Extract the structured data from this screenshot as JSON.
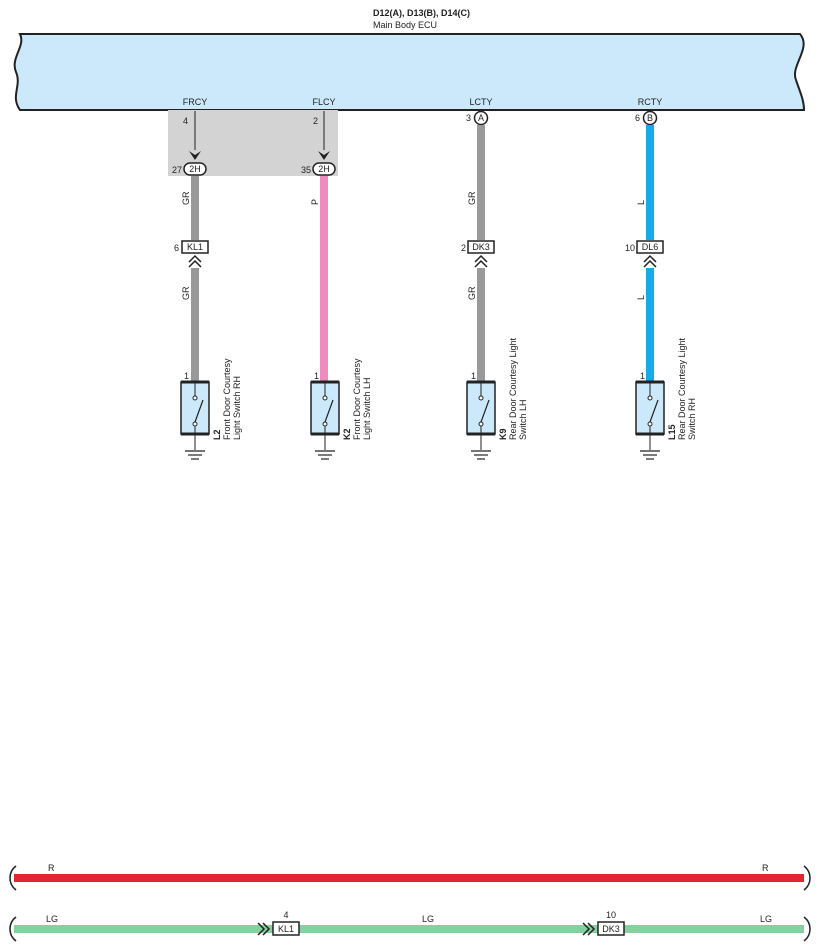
{
  "ecu": {
    "connectors": "D12(A), D13(B), D14(C)",
    "name": "Main Body ECU"
  },
  "colors": {
    "ecu_fill": "#cbe9fb",
    "shade": "#d3d3d3",
    "GR": "#999999",
    "P": "#f08bbf",
    "L": "#15aaea",
    "R": "#e6242b",
    "LG": "#86cf9f",
    "switch_fill": "#cbe9fb"
  },
  "circuits": [
    {
      "id": "frcy",
      "signal": "FRCY",
      "ecu_pin": "4",
      "ecu_marker": "",
      "junction": {
        "pin": "27",
        "label": "2H"
      },
      "wire_top": "GR",
      "wire_color": "GR",
      "connector": {
        "pin": "6",
        "label": "KL1"
      },
      "wire_bottom": "GR",
      "switch_pin": "1",
      "switch_code": "L2",
      "switch_line1": "Front Door Courtesy",
      "switch_line2": "Light Switch RH"
    },
    {
      "id": "flcy",
      "signal": "FLCY",
      "ecu_pin": "2",
      "ecu_marker": "",
      "junction": {
        "pin": "35",
        "label": "2H"
      },
      "wire_top": "P",
      "wire_color": "P",
      "connector": null,
      "wire_bottom": "",
      "switch_pin": "1",
      "switch_code": "K2",
      "switch_line1": "Front Door Courtesy",
      "switch_line2": "Light Switch LH"
    },
    {
      "id": "lcty",
      "signal": "LCTY",
      "ecu_pin": "3",
      "ecu_marker": "A",
      "junction": null,
      "wire_top": "GR",
      "wire_color": "GR",
      "connector": {
        "pin": "2",
        "label": "DK3"
      },
      "wire_bottom": "GR",
      "switch_pin": "1",
      "switch_code": "K9",
      "switch_line1": "Rear Door Courtesy Light",
      "switch_line2": "Switch LH"
    },
    {
      "id": "rcty",
      "signal": "RCTY",
      "ecu_pin": "6",
      "ecu_marker": "B",
      "junction": null,
      "wire_top": "L",
      "wire_color": "L",
      "connector": {
        "pin": "10",
        "label": "DL6"
      },
      "wire_bottom": "L",
      "switch_pin": "1",
      "switch_code": "L15",
      "switch_line1": "Rear Door Courtesy Light",
      "switch_line2": "Switch RH"
    }
  ],
  "bottom_lines": {
    "red": {
      "left": "R",
      "right": "R"
    },
    "green": {
      "left": "LG",
      "mid": "LG",
      "right": "LG",
      "conn1": {
        "pin": "4",
        "label": "KL1"
      },
      "conn2": {
        "pin": "10",
        "label": "DK3"
      }
    }
  }
}
